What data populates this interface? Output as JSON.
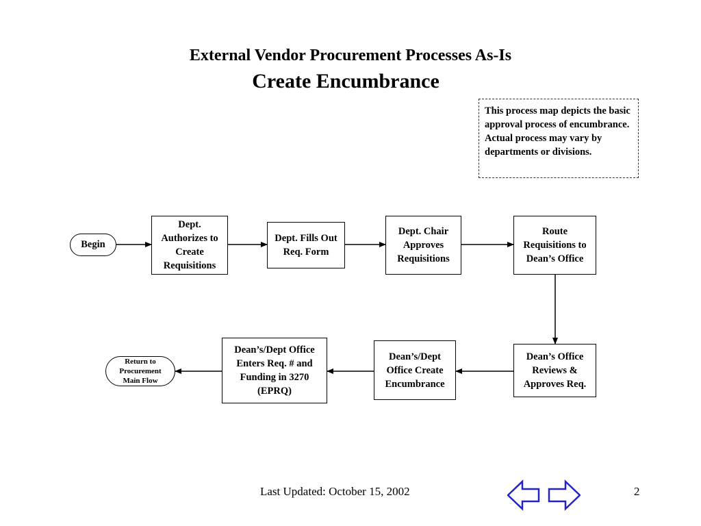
{
  "title": "External Vendor Procurement Processes As-Is",
  "subtitle": "Create Encumbrance",
  "note": "This process map depicts the basic approval process of encumbrance.  Actual process may vary by departments or divisions.",
  "nodes": {
    "begin": "Begin",
    "authorize": "Dept. Authorizes to Create Requisitions",
    "fills": "Dept. Fills Out Req. Form",
    "chair": "Dept. Chair Approves Requisitions",
    "route": "Route Requisitions to Dean’s Office",
    "reviews": "Dean’s Office Reviews & Approves Req.",
    "encumbrance": "Dean’s/Dept Office Create Encumbrance",
    "enters": "Dean’s/Dept Office Enters Req. # and Funding in 3270 (EPRQ)",
    "return": "Return to Procurement Main Flow"
  },
  "footer": {
    "updated": "Last Updated:  October 15, 2002",
    "page": "2"
  },
  "colors": {
    "nav_arrow_stroke": "#2222cc"
  },
  "icons": {
    "prev": "left-arrow-icon",
    "next": "right-arrow-icon"
  }
}
